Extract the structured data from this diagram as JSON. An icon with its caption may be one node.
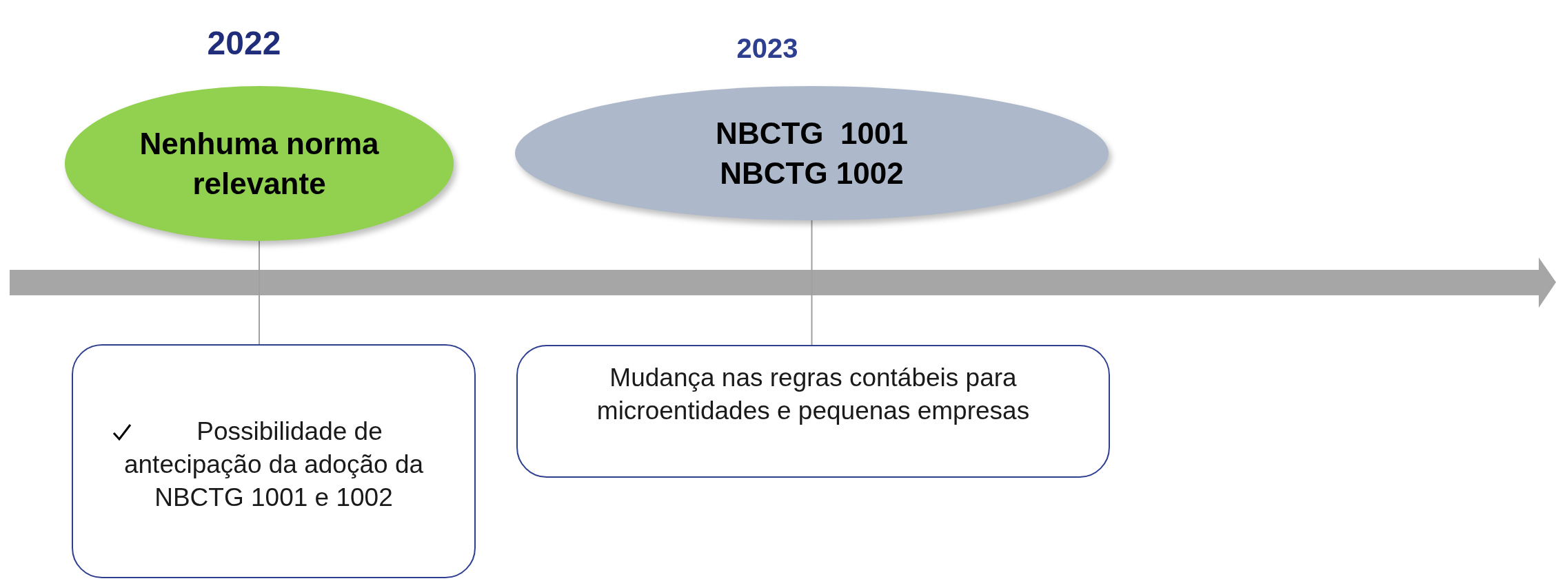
{
  "diagram": {
    "nodes": [
      {
        "text": [
          "Nenhuma norma relevante"
        ],
        "beside": [
          "2022"
        ]
      },
      {
        "text": [
          "NBCTG  1001",
          "NBCTG 1002"
        ],
        "beside": [
          "2023"
        ]
      },
      {
        "text": [
          "Possibilidade de antecipação da adoção da NBCTG 1001 e 1002"
        ]
      },
      {
        "text": [
          "Mudança nas regras contábeis para microentidades e pequenas empresas"
        ]
      }
    ],
    "edges": [
      {
        "from": 0,
        "to": 2,
        "arrow": "none"
      },
      {
        "from": 1,
        "to": 3,
        "arrow": "none"
      }
    ]
  }
}
